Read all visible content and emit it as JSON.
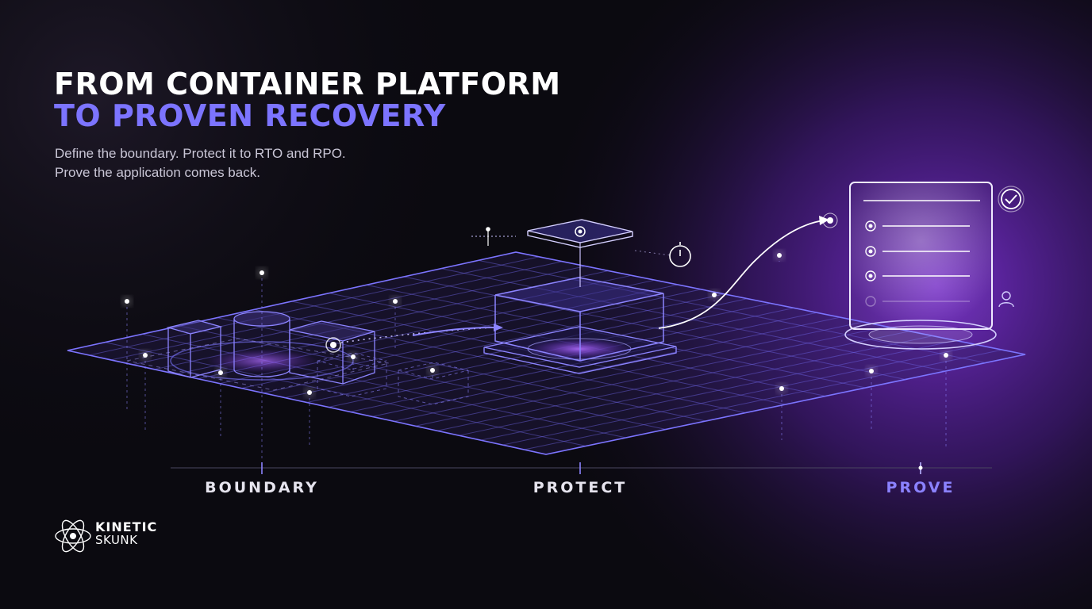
{
  "headline": {
    "line1": "FROM CONTAINER PLATFORM",
    "line2": "TO PROVEN RECOVERY"
  },
  "subtitle": {
    "line1": "Define the boundary. Protect it to RTO and RPO.",
    "line2": "Prove the application comes back."
  },
  "stages": [
    {
      "label": "BOUNDARY"
    },
    {
      "label": "PROTECT"
    },
    {
      "label": "PROVE"
    }
  ],
  "logo": {
    "line1": "KINETIC",
    "line2": "SKUNK"
  },
  "colors": {
    "accent": "#7c74ff",
    "glow": "#8a2be2",
    "background": "#0b0a10"
  },
  "icons": [
    "atom-logo-icon",
    "stopwatch-icon",
    "check-badge-icon",
    "user-icon"
  ]
}
